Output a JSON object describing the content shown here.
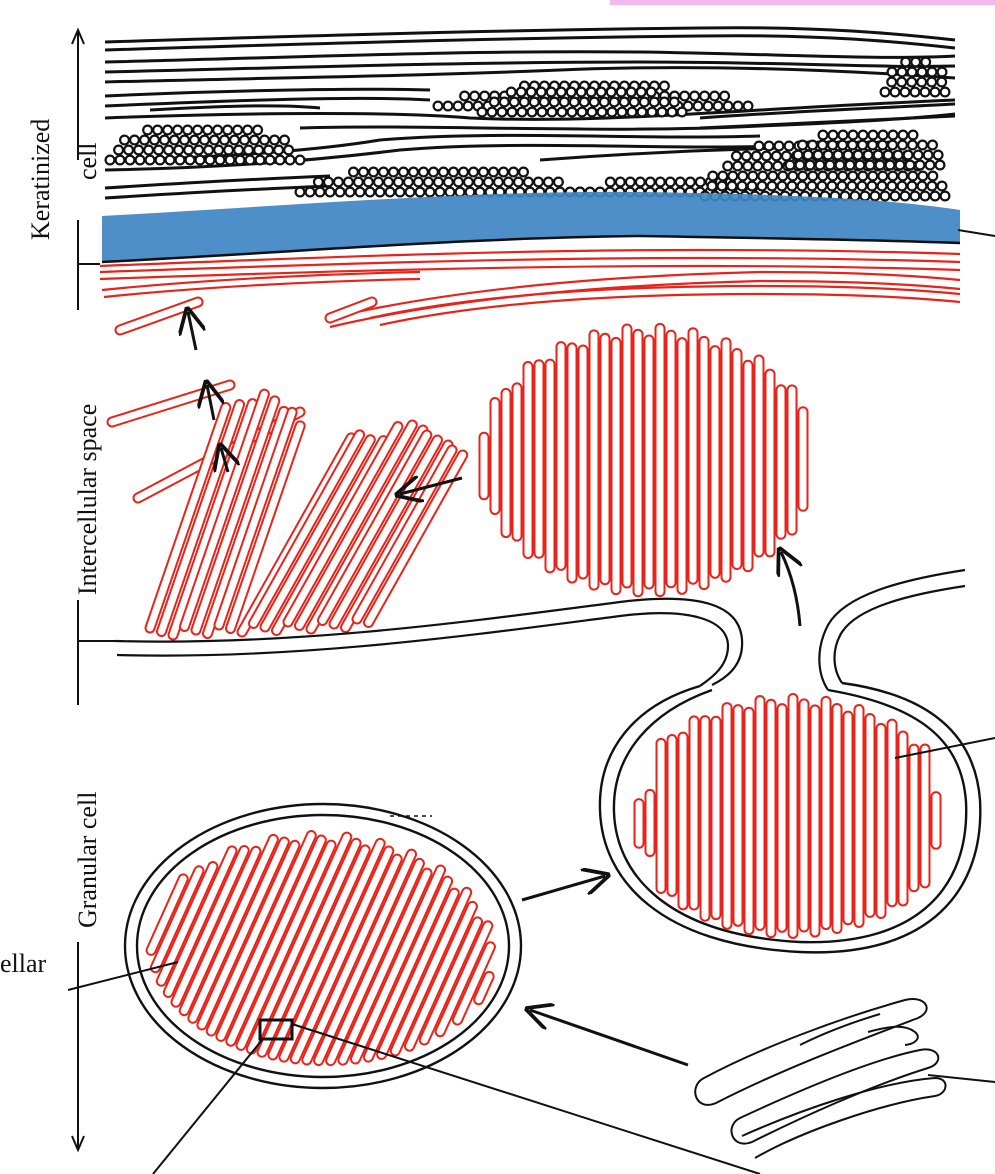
{
  "labels": {
    "keratinized_line1": "Keratinized",
    "keratinized_line2": "cell",
    "intercellular": "Intercellular space",
    "granular": "Granular cell",
    "lamellar_fragment": "ellar"
  },
  "colors": {
    "lipid_red": "#e8231a",
    "envelope_blue": "#3f86c6",
    "ink": "#111111",
    "pink_strip": "#f3b8f0"
  },
  "icons": [
    "vertical-double-arrow",
    "movement-arrow",
    "leader-line"
  ]
}
